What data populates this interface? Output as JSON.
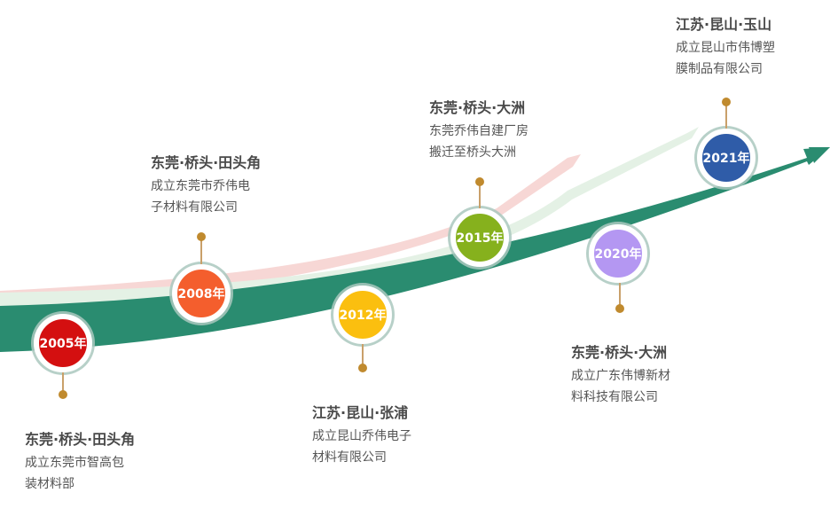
{
  "colors": {
    "main_ribbon": "#2a8c70",
    "pink_ribbon": "#f7d7d5",
    "green_ribbon": "#e4f1e5",
    "stem": "#c9a06a",
    "dot": "#c08a2e"
  },
  "milestones": [
    {
      "year": "2005年",
      "color": "#d40f10",
      "location": "东莞·桥头·田头角",
      "desc": [
        "成立东莞市智高包",
        "装材料部"
      ]
    },
    {
      "year": "2008年",
      "color": "#f45e2d",
      "location": "东莞·桥头·田头角",
      "desc": [
        "成立东莞市乔伟电",
        "子材料有限公司"
      ]
    },
    {
      "year": "2012年",
      "color": "#fbbf0f",
      "location": "江苏·昆山·张浦",
      "desc": [
        "成立昆山乔伟电子",
        "材料有限公司"
      ]
    },
    {
      "year": "2015年",
      "color": "#86b11d",
      "location": "东莞·桥头·大洲",
      "desc": [
        "东莞乔伟自建厂房",
        "搬迁至桥头大洲"
      ]
    },
    {
      "year": "2020年",
      "color": "#b497f2",
      "location": "东莞·桥头·大洲",
      "desc": [
        "成立广东伟博新材",
        "料科技有限公司"
      ]
    },
    {
      "year": "2021年",
      "color": "#2f5ca8",
      "location": "江苏·昆山·玉山",
      "desc": [
        "成立昆山市伟博塑",
        "膜制品有限公司"
      ]
    }
  ]
}
